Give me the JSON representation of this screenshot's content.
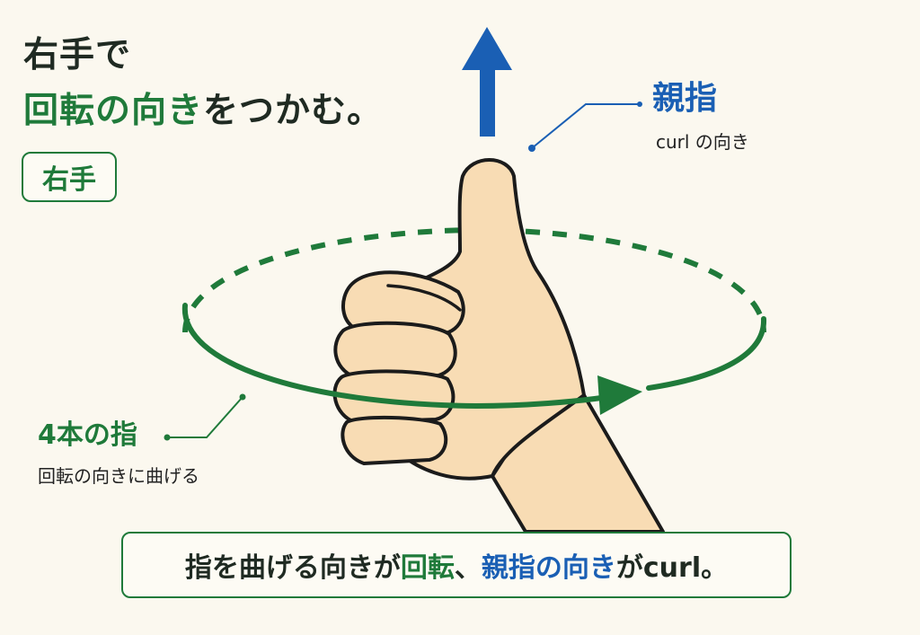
{
  "title": {
    "line1": "右手で",
    "line2_highlight": "回転の向き",
    "line2_rest": "をつかむ。"
  },
  "badge": {
    "label": "右手"
  },
  "thumb_label": {
    "title": "親指",
    "subtitle": "curl の向き"
  },
  "fingers_label": {
    "title": "4本の指",
    "subtitle": "回転の向きに曲げる"
  },
  "summary": {
    "part1": "指を曲げる向きが",
    "part2_green": "回転",
    "part3": "、",
    "part4_blue": "親指の向き",
    "part5": "がcurl。"
  },
  "colors": {
    "green": "#1f7a3a",
    "blue": "#1a5fb4",
    "skin": "#f8dcb4",
    "outline": "#1b1b1b",
    "background": "#fbf8ef"
  }
}
